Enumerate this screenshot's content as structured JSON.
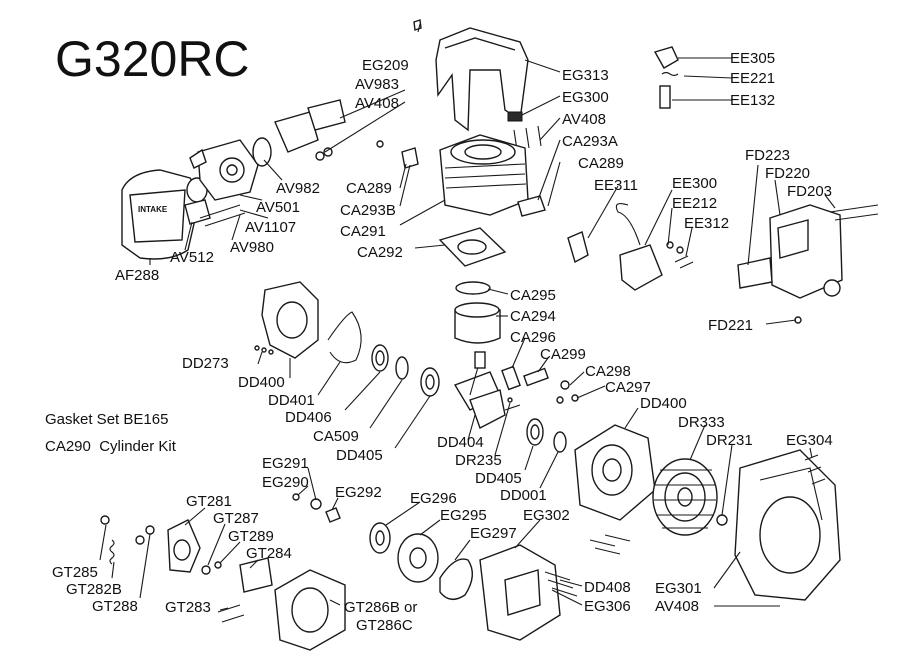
{
  "title": "G320RC",
  "notes": {
    "gasket_set": "Gasket Set BE165",
    "cylinder_kit": "CA290  Cylinder Kit"
  },
  "part_labels": {
    "EG209": "EG209",
    "AV983": "AV983",
    "AV408_top": "AV408",
    "EG313": "EG313",
    "EG300": "EG300",
    "AV408_mid": "AV408",
    "CA293A": "CA293A",
    "CA289_r": "CA289",
    "EE311": "EE311",
    "EE305": "EE305",
    "EE221": "EE221",
    "EE132": "EE132",
    "FD223": "FD223",
    "FD220": "FD220",
    "FD203": "FD203",
    "EE300": "EE300",
    "EE212": "EE212",
    "EE312": "EE312",
    "FD221": "FD221",
    "AV982": "AV982",
    "AV501": "AV501",
    "AV1107": "AV1107",
    "AV980": "AV980",
    "AV512": "AV512",
    "AF288": "AF288",
    "CA289_l": "CA289",
    "CA293B": "CA293B",
    "CA291": "CA291",
    "CA292": "CA292",
    "CA295": "CA295",
    "CA294": "CA294",
    "CA296": "CA296",
    "CA299": "CA299",
    "CA298": "CA298",
    "CA297": "CA297",
    "DD273": "DD273",
    "DD400_l": "DD400",
    "DD401": "DD401",
    "DD406": "DD406",
    "CA509": "CA509",
    "DD405_l": "DD405",
    "DD404": "DD404",
    "DR235": "DR235",
    "DD405_r": "DD405",
    "DD001": "DD001",
    "DD400_r": "DD400",
    "DR333": "DR333",
    "DR231": "DR231",
    "EG304": "EG304",
    "EG291": "EG291",
    "EG290": "EG290",
    "EG292": "EG292",
    "EG296": "EG296",
    "EG295": "EG295",
    "EG297": "EG297",
    "EG302": "EG302",
    "GT281": "GT281",
    "GT287": "GT287",
    "GT289": "GT289",
    "GT284": "GT284",
    "GT285": "GT285",
    "GT282B": "GT282B",
    "GT288": "GT288",
    "GT283": "GT283",
    "GT286": "GT286B or",
    "GT286C": "GT286C",
    "DD408": "DD408",
    "EG306": "EG306",
    "EG301": "EG301",
    "AV408_bot": "AV408"
  },
  "decals": {
    "air_filter": "INTAKE"
  }
}
